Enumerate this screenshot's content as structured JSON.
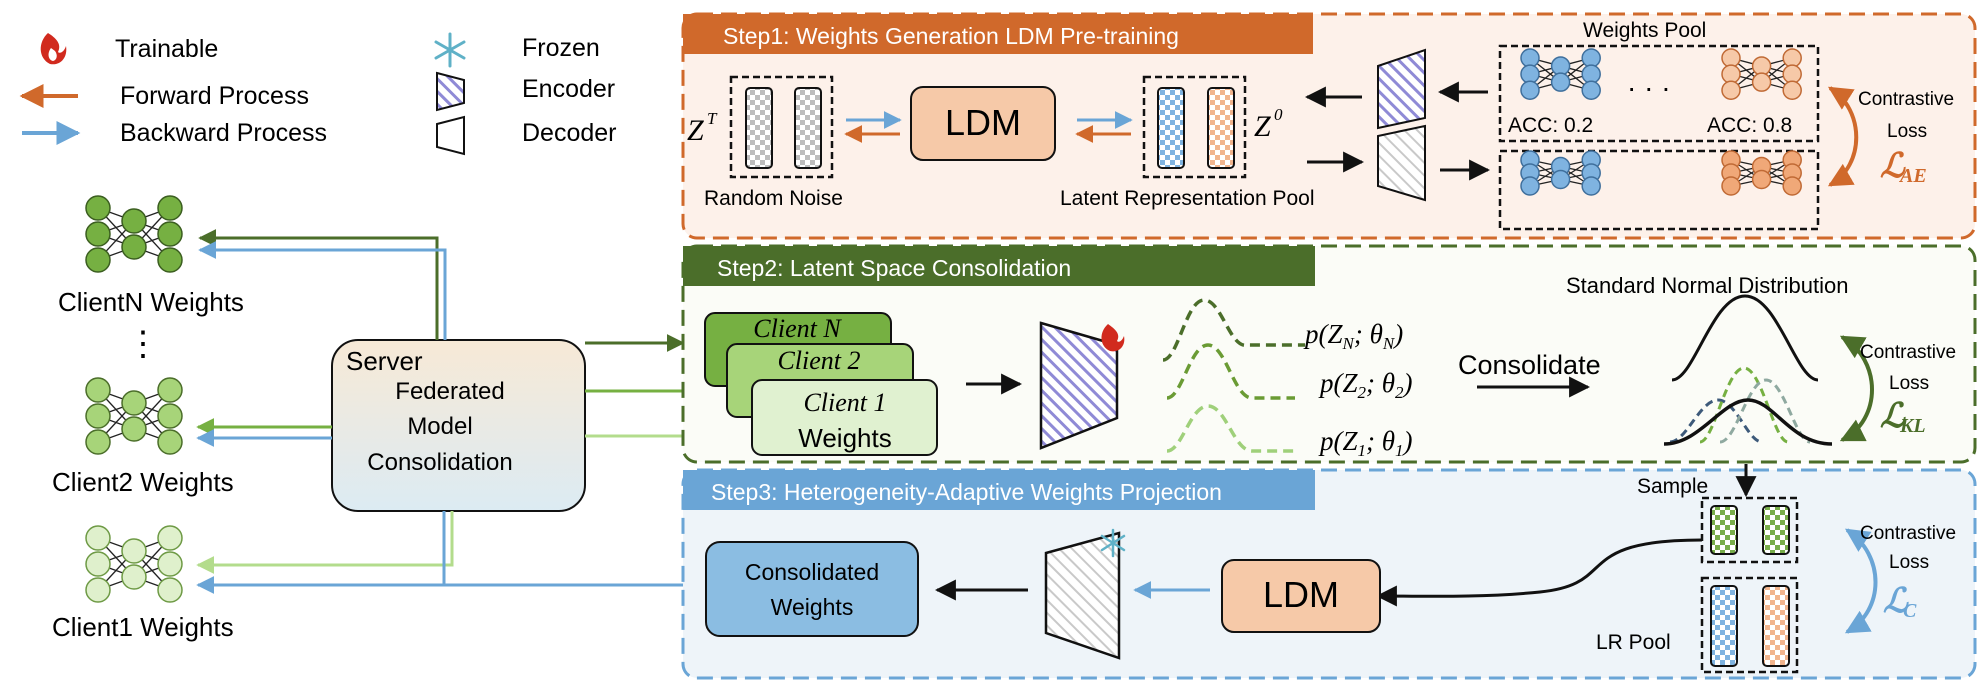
{
  "legend": {
    "trainable": "Trainable",
    "forward": "Forward Process",
    "backward": "Backward Process",
    "frozen": "Frozen",
    "encoder": "Encoder",
    "decoder": "Decoder"
  },
  "clients": {
    "n_label": "ClientN Weights",
    "dots": "⋮",
    "two_label": "Client2 Weights",
    "one_label": "Client1 Weights"
  },
  "server": {
    "title": "Server",
    "line1": "Federated",
    "line2": "Model",
    "line3": "Consolidation"
  },
  "step1": {
    "title": "Step1: Weights Generation LDM Pre-training",
    "zt": "Z",
    "zt_sup": "T",
    "random_noise": "Random Noise",
    "ldm": "LDM",
    "z0": "Z",
    "z0_sup": "0",
    "latent_pool": "Latent Representation Pool",
    "weights_pool": "Weights Pool",
    "dots": "· · ·",
    "acc_low": "ACC: 0.2",
    "acc_high": "ACC: 0.8",
    "contrastive": "Contrastive",
    "loss": "Loss",
    "loss_symbol": "ℒ",
    "loss_sub": "AE"
  },
  "step2": {
    "title": "Step2: Latent Space Consolidation",
    "client_n": "Client N",
    "client_2": "Client 2",
    "client_1": "Client 1",
    "weights": "Weights",
    "pzn": "p(Z_N; θ_N)",
    "pz2": "p(Z_2; θ_2)",
    "pz1": "p(Z_1; θ_1)",
    "consolidate": "Consolidate",
    "snd": "Standard Normal Distribution",
    "contrastive": "Contrastive",
    "loss": "Loss",
    "loss_symbol": "ℒ",
    "loss_sub": "KL"
  },
  "step3": {
    "title": "Step3: Heterogeneity-Adaptive Weights Projection",
    "sample": "Sample",
    "lr_pool": "LR Pool",
    "ldm": "LDM",
    "consolidated_1": "Consolidated",
    "consolidated_2": "Weights",
    "contrastive": "Contrastive",
    "loss": "Loss",
    "loss_symbol": "ℒ",
    "loss_sub": "C"
  },
  "colors": {
    "orange": "#d0692b",
    "blue": "#6aa5d6",
    "dark_green": "#4b6e2a",
    "green": "#76b042",
    "light_green": "#b3dc8c"
  }
}
